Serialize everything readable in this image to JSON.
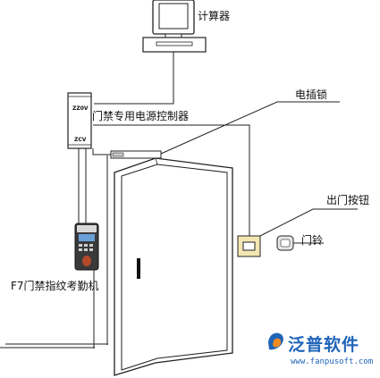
{
  "labels": {
    "computer": "计算器",
    "power_controller": "门禁专用电源控制器",
    "electric_lock": "电插锁",
    "exit_button": "出门按钮",
    "doorbell": "门铃",
    "fingerprint_machine": "F7门禁指纹考勤机"
  },
  "controller_marks": {
    "top": "ZZ0V",
    "bottom": "ZCV"
  },
  "watermark": {
    "name": "泛普软件",
    "url": "www.fanpusoft.com"
  },
  "colors": {
    "line": "#222222",
    "brand": "#1f64b8",
    "brand_accent": "#f08a24",
    "button_box": "#f2e7b3",
    "keypad": "#555555"
  }
}
